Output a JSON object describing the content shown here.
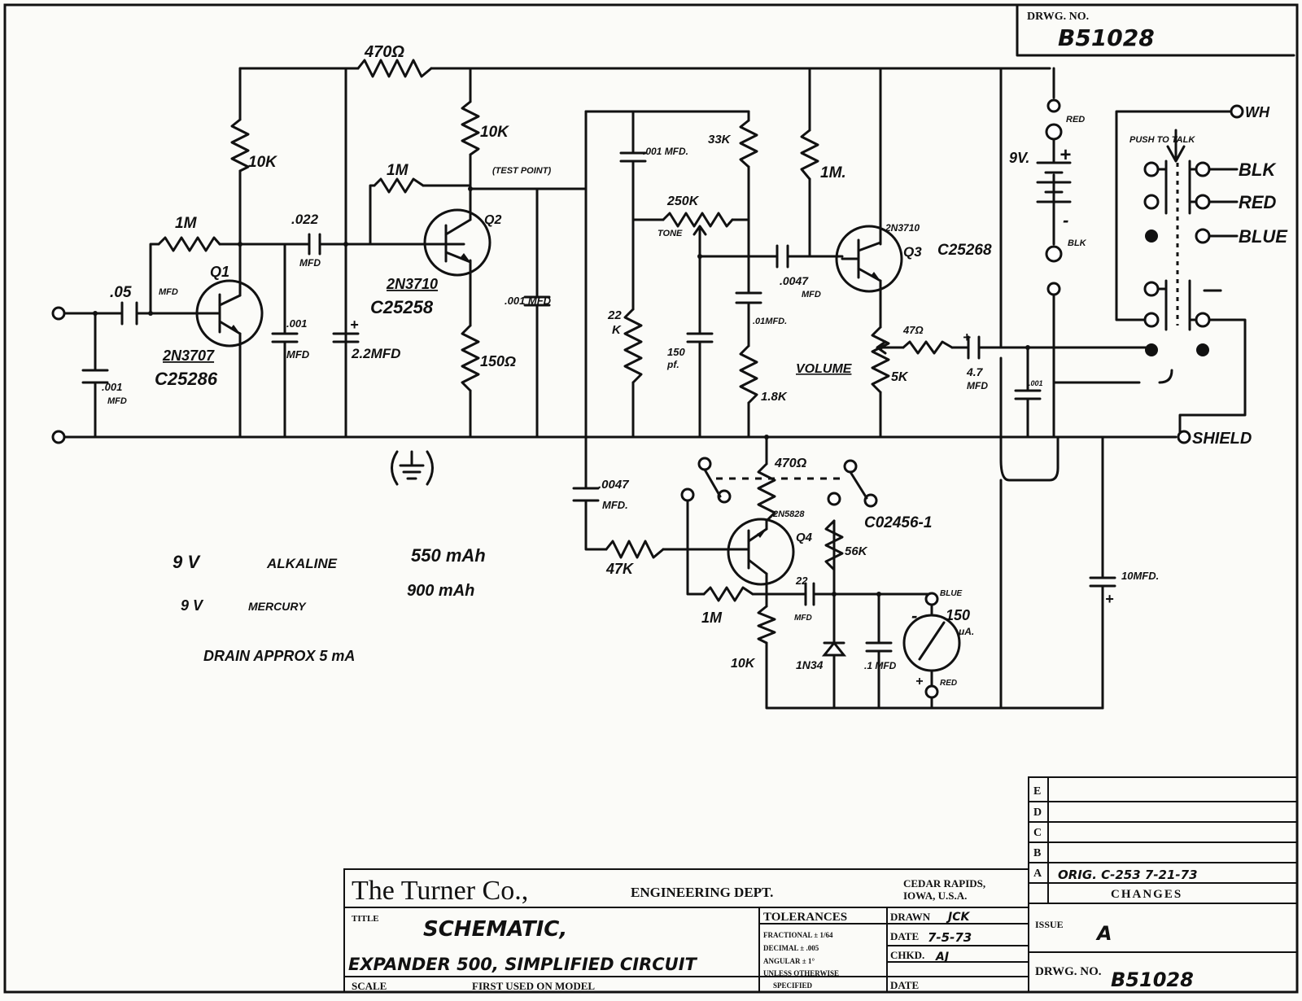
{
  "drawing_number_label": "DRWG. NO.",
  "drawing_number": "B51028",
  "components": {
    "r_470_top": "470Ω",
    "r_10k_q1": "10K",
    "r_1m_q1": "1M",
    "c_05": ".05",
    "c_05_unit": "MFD",
    "c_001_in": ".001",
    "c_001_in_unit": "MFD",
    "q1_name": "Q1",
    "q1_part": "2N3707",
    "q1_code": "C25286",
    "c_022": ".022",
    "c_022_unit": "MFD",
    "c_001_q1": ".001",
    "c_001_q1_unit": "MFD",
    "c_22_mfd": "2.2MFD",
    "r_1m_q2": "1M",
    "q2_name": "Q2",
    "q2_part": "2N3710",
    "q2_code": "C25258",
    "r_10k_q2": "10K",
    "test_point": "(TEST POINT)",
    "r_150": "150Ω",
    "c_001_q2": ".001 MFD",
    "c_001_tone": ".001 MFD.",
    "r_22k": "22",
    "r_22k_unit": "K",
    "r_33k": "33K",
    "pot_250k": "250K",
    "tone_label": "TONE",
    "c_150pf": "150",
    "c_150pf_unit": "pf.",
    "c_01_mfd": ".01MFD.",
    "r_18k": "1.8K",
    "r_1m_q3": "1M.",
    "c_0047_q3": ".0047",
    "c_0047_q3_unit": "MFD",
    "q3_name": "Q3",
    "q3_part": "2N3710",
    "q3_code": "C25268",
    "volume_label": "VOLUME",
    "pot_5k": "5K",
    "r_47": "47Ω",
    "c_47_mfd": "4.7",
    "c_47_mfd_unit": "MFD",
    "c_001_out": ".001",
    "battery_label": "9V.",
    "battery_plus": "+",
    "battery_minus": "-",
    "red_lead": "RED",
    "blk_lead": "BLK",
    "c_0047_lower": ".0047",
    "c_0047_lower_unit": "MFD.",
    "r_47k": "47K",
    "r_470_lower": "470Ω",
    "q4_name": "Q4",
    "q4_part": "2N5828",
    "switch_part": "C02456-1",
    "r_56k": "56K",
    "c_22_lower": "22",
    "c_22_lower_unit": "MFD",
    "r_1m_lower": "1M",
    "r_10k_lower": "10K",
    "diode": "1N34",
    "c_1_mfd": ".1 MFD",
    "meter_value": "150",
    "meter_unit": "μA.",
    "meter_blue": "BLUE",
    "meter_red": "RED",
    "meter_minus": "-",
    "meter_plus": "+",
    "c_10mfd": "10MFD.",
    "c_10mfd_plus": "+"
  },
  "connector": {
    "wh": "WH",
    "push_to_talk": "PUSH TO TALK",
    "blk": "BLK",
    "red": "RED",
    "blue": "BLUE",
    "shield": "SHIELD"
  },
  "notes": {
    "line1_volt": "9 V",
    "line1_type": "ALKALINE",
    "line1_cap": "550 mAh",
    "line2_volt": "9 V",
    "line2_type": "MERCURY",
    "line2_cap": "900 mAh",
    "line3": "DRAIN APPROX 5 mA"
  },
  "changes": {
    "rows": [
      {
        "rev": "E",
        "text": ""
      },
      {
        "rev": "D",
        "text": ""
      },
      {
        "rev": "C",
        "text": ""
      },
      {
        "rev": "B",
        "text": ""
      },
      {
        "rev": "A",
        "text": "ORIG. C-253 7-21-73"
      }
    ],
    "header": "CHANGES",
    "issue_label": "ISSUE",
    "issue_value": "A",
    "drwg_no_label": "DRWG. NO.",
    "drwg_no_value": "B51028"
  },
  "title_block": {
    "company": "The Turner Co.,",
    "dept": "ENGINEERING DEPT.",
    "city": "CEDAR RAPIDS,",
    "state": "IOWA, U.S.A.",
    "title_label": "TITLE",
    "title_value": "SCHEMATIC,",
    "subtitle": "EXPANDER 500, SIMPLIFIED CIRCUIT",
    "tolerances": "TOLERANCES",
    "fractional": "FRACTIONAL ± 1/64",
    "decimal": "DECIMAL ± .005",
    "angular": "ANGULAR ± 1°",
    "unless": "UNLESS OTHERWISE",
    "specified": "SPECIFIED",
    "drawn_label": "DRAWN",
    "drawn_value": "JCK",
    "date_label": "DATE",
    "date_value": "7-5-73",
    "chkd_label": "CHKD.",
    "chkd_value": "AJ",
    "date2_label": "DATE",
    "scale_label": "SCALE",
    "first_used": "FIRST USED ON MODEL"
  }
}
